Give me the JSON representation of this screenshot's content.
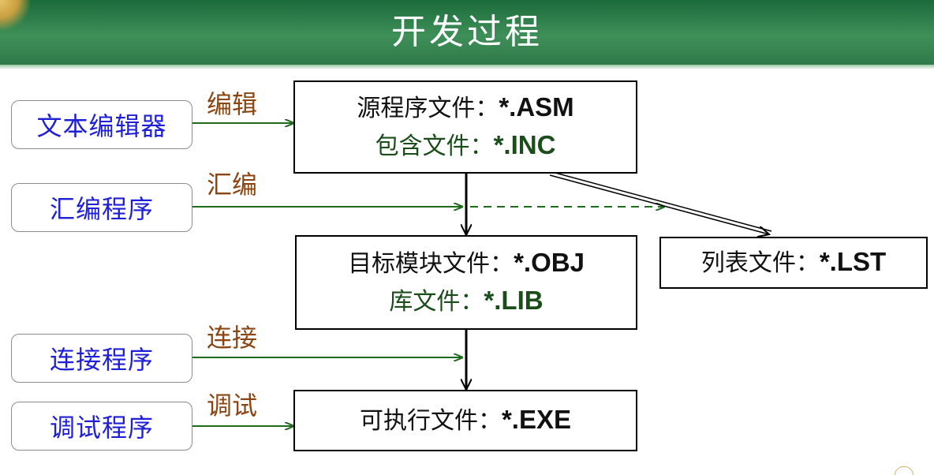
{
  "title": "开发过程",
  "tools": [
    {
      "id": "text-editor",
      "label": "文本编辑器",
      "action": "编辑"
    },
    {
      "id": "assembler",
      "label": "汇编程序",
      "action": "汇编"
    },
    {
      "id": "linker",
      "label": "连接程序",
      "action": "连接"
    },
    {
      "id": "debugger",
      "label": "调试程序",
      "action": "调试"
    }
  ],
  "files": {
    "source": {
      "line1_text": "源程序文件：",
      "line1_ext": "*.ASM",
      "line2_text": "包含文件：",
      "line2_ext": "*.INC"
    },
    "object": {
      "line1_text": "目标模块文件：",
      "line1_ext": "*.OBJ",
      "line2_text": "库文件：",
      "line2_ext": "*.LIB"
    },
    "listing": {
      "line1_text": "列表文件：",
      "line1_ext": "*.LST"
    },
    "executable": {
      "line1_text": "可执行文件：",
      "line1_ext": "*.EXE"
    }
  },
  "colors": {
    "header_green": "#2f7a48",
    "tool_text": "#1f1fd8",
    "action_text": "#8b4513",
    "arrow_green": "#1e6b1e",
    "secondary_file_text": "#1b4d1b"
  }
}
